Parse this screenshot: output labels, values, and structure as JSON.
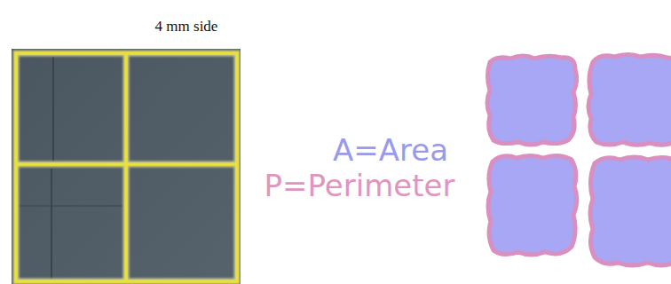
{
  "diagram": {
    "labels": [
      "4 mm side",
      "A=Area",
      "P=Perimeter"
    ]
  }
}
